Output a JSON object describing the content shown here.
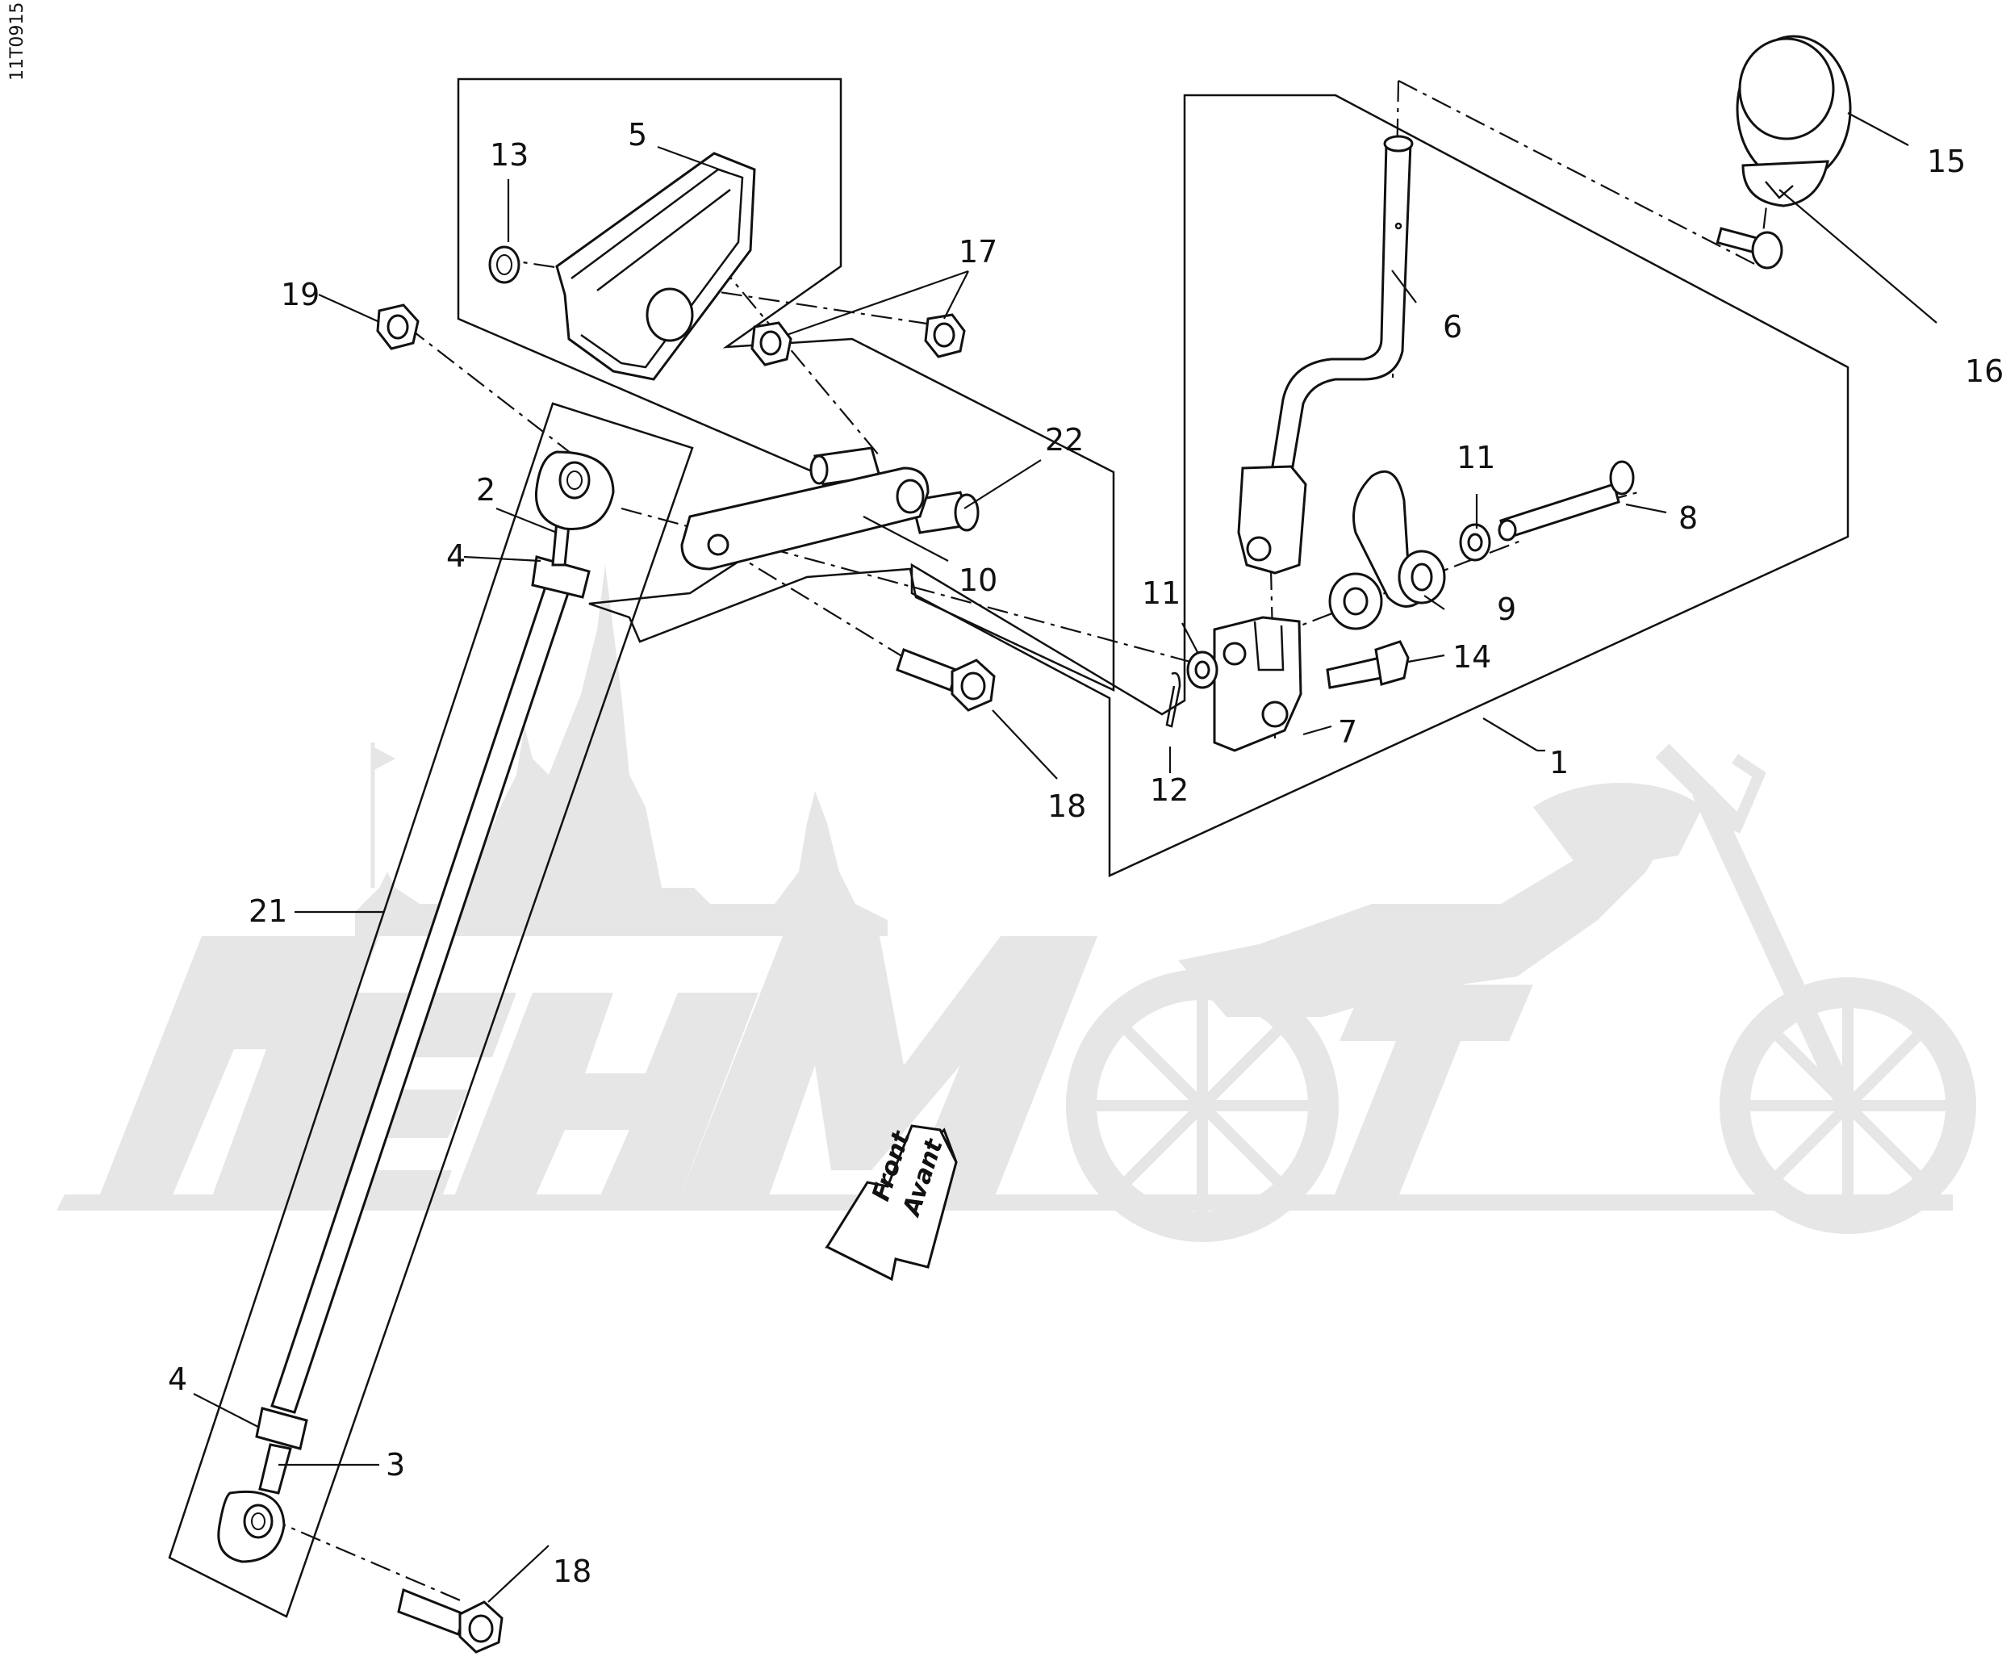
{
  "drawing_code": "11T0915",
  "direction_arrow": {
    "line1": "Front",
    "line2": "Avant"
  },
  "watermark": {
    "text": "ЛенМото",
    "icon": "motorcycle-watermark"
  },
  "callouts": [
    {
      "id": "c1",
      "text": "1"
    },
    {
      "id": "c2",
      "text": "2"
    },
    {
      "id": "c3",
      "text": "3"
    },
    {
      "id": "c4a",
      "text": "4"
    },
    {
      "id": "c4b",
      "text": "4"
    },
    {
      "id": "c5",
      "text": "5"
    },
    {
      "id": "c6",
      "text": "6"
    },
    {
      "id": "c7",
      "text": "7"
    },
    {
      "id": "c8",
      "text": "8"
    },
    {
      "id": "c9",
      "text": "9"
    },
    {
      "id": "c10",
      "text": "10"
    },
    {
      "id": "c11a",
      "text": "11"
    },
    {
      "id": "c11b",
      "text": "11"
    },
    {
      "id": "c12",
      "text": "12"
    },
    {
      "id": "c13",
      "text": "13"
    },
    {
      "id": "c14",
      "text": "14"
    },
    {
      "id": "c15",
      "text": "15"
    },
    {
      "id": "c16",
      "text": "16"
    },
    {
      "id": "c17",
      "text": "17"
    },
    {
      "id": "c18a",
      "text": "18"
    },
    {
      "id": "c18b",
      "text": "18"
    },
    {
      "id": "c19",
      "text": "19"
    },
    {
      "id": "c21",
      "text": "21"
    },
    {
      "id": "c22",
      "text": "22"
    }
  ]
}
